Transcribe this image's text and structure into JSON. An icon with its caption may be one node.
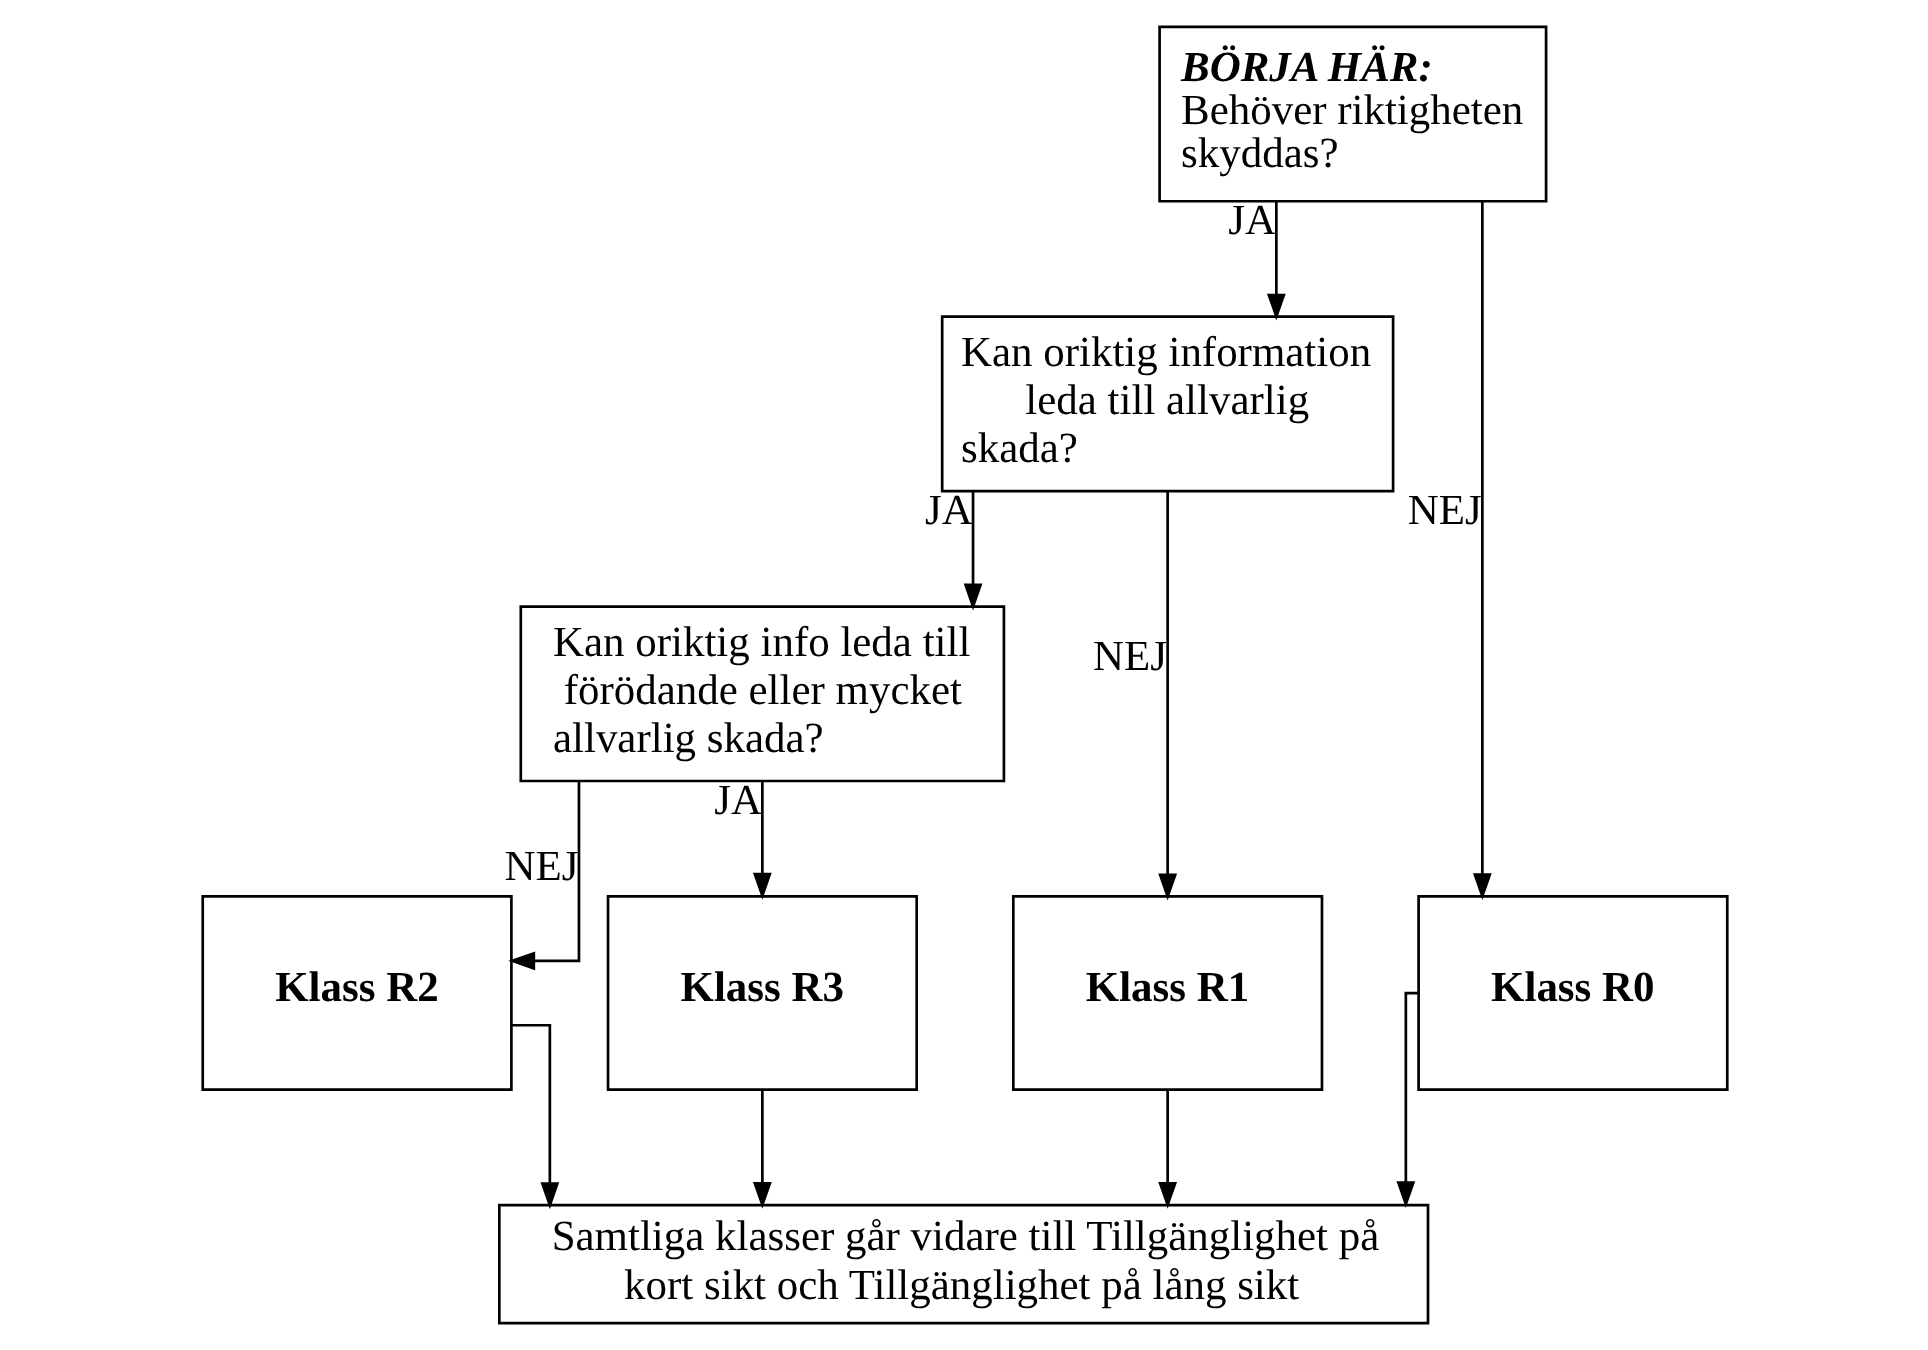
{
  "diagram": {
    "nodes": [
      {
        "text": [
          "BÖRJA HÄR:",
          "Behöver riktigheten skyddas?"
        ]
      },
      {
        "text": [
          "Kan oriktig information leda till allvarlig skada?"
        ]
      },
      {
        "text": [
          "Kan oriktig info leda till förödande eller mycket allvarlig skada?"
        ]
      },
      {
        "text": [
          "Klass R0"
        ]
      },
      {
        "text": [
          "Klass R1"
        ]
      },
      {
        "text": [
          "Klass R2"
        ]
      },
      {
        "text": [
          "Klass R3"
        ]
      },
      {
        "text": [
          "Samtliga klasser går vidare till Tillgänglighet på kort sikt och Tillgänglighet på lång sikt"
        ]
      }
    ],
    "edges": [
      {
        "from": 0,
        "to": 1,
        "arrow": "to",
        "label": "JA"
      },
      {
        "from": 0,
        "to": 3,
        "arrow": "to",
        "label": "NEJ"
      },
      {
        "from": 1,
        "to": 2,
        "arrow": "to",
        "label": "JA"
      },
      {
        "from": 1,
        "to": 4,
        "arrow": "to",
        "label": "NEJ"
      },
      {
        "from": 2,
        "to": 5,
        "arrow": "to",
        "label": "NEJ"
      },
      {
        "from": 2,
        "to": 6,
        "arrow": "to",
        "label": "JA"
      },
      {
        "from": 3,
        "to": 7,
        "arrow": "to"
      },
      {
        "from": 4,
        "to": 7,
        "arrow": "to"
      },
      {
        "from": 5,
        "to": 7,
        "arrow": "to"
      },
      {
        "from": 6,
        "to": 7,
        "arrow": "to"
      }
    ]
  }
}
